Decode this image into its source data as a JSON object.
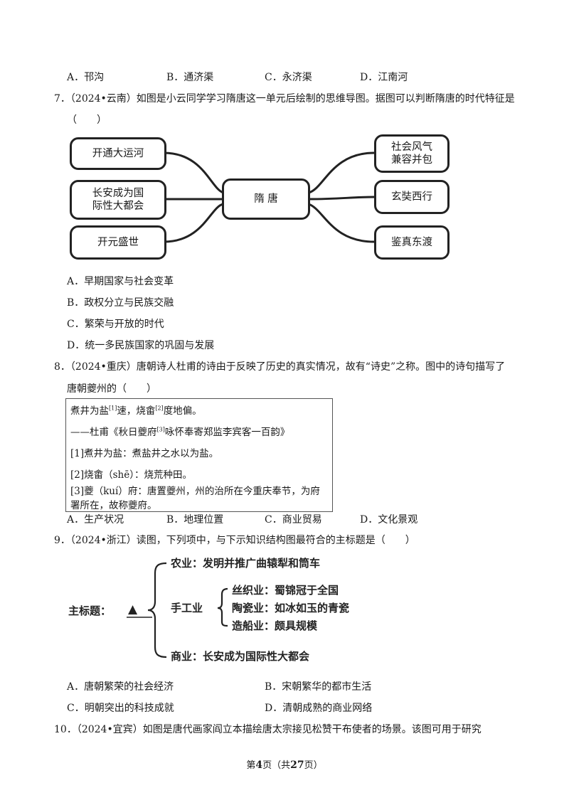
{
  "q6": {
    "options": [
      "A．邗沟",
      "B．通济渠",
      "C．永济渠",
      "D．江南河"
    ]
  },
  "q7": {
    "stem": "7．（2024•云南）如图是小云同学学习隋唐这一单元后绘制的思维导图。据图可以判断隋唐的时代特征是",
    "paren": "（　　）",
    "mindmap": {
      "center": "隋 唐",
      "left": [
        "开通大运河",
        "长安成为国际性大都会",
        "开元盛世"
      ],
      "right": [
        "社会风气兼容并包",
        "玄奘西行",
        "鉴真东渡"
      ],
      "left_lines": [
        [
          "开通大运河"
        ],
        [
          "长安成为国",
          "际性大都会"
        ],
        [
          "开元盛世"
        ]
      ],
      "right_lines": [
        [
          "社会风气",
          "兼容并包"
        ],
        [
          "玄奘西行"
        ],
        [
          "鉴真东渡"
        ]
      ]
    },
    "options": [
      "A．早期国家与社会变革",
      "B．政权分立与民族交融",
      "C．繁荣与开放的时代",
      "D．统一多民族国家的巩固与发展"
    ]
  },
  "q8": {
    "stem": "8．（2024•重庆）唐朝诗人杜甫的诗由于反映了历史的真实情况，故有“诗史”之称。图中的诗句描写了",
    "stem2": "唐朝夔州的（　　）",
    "poem_a": "煮井为盐",
    "poem_a_sup": "[1]",
    "poem_b": "速，烧畬",
    "poem_b_sup": "[2]",
    "poem_c": "度地偏。",
    "source_a": "——杜甫《秋日夔府",
    "source_sup": "[3]",
    "source_b": "咏怀奉寄郑监李宾客一百韵》",
    "note1": "[1]煮井为盐：煮盐井之水以为盐。",
    "note2": "[2]烧畬（shē）：烧荒种田。",
    "note3a": "[3]夔（kuí）府：唐置夔州，州的治所在今重庆奉节，为府",
    "note3b": "署所在，故称夔府。",
    "options": [
      "A．生产状况",
      "B．地理位置",
      "C．商业贸易",
      "D．文化景观"
    ]
  },
  "q9": {
    "stem": "9．（2024•浙江）读图，下列项中，与下示知识结构图最符合的主标题是（　　）",
    "diagram": {
      "main": "主标题：",
      "triangle": "▲",
      "agri": "农业：发明并推广曲辕犁和筒车",
      "handicraft": "手工业",
      "silk": "丝织业：蜀锦冠于全国",
      "ceramic": "陶瓷业：如冰如玉的青瓷",
      "ship": "造船业：颇具规模",
      "commerce": "商业：长安成为国际性大都会"
    },
    "options": [
      "A．唐朝繁荣的社会经济",
      "B．宋朝繁华的都市生活",
      "C．明朝突出的科技成就",
      "D．清朝成熟的商业网络"
    ]
  },
  "q10": {
    "stem": "10．（2024•宜宾）如图是唐代画家阎立本描绘唐太宗接见松赞干布使者的场景。该图可用于研究"
  },
  "footer": {
    "pre": "第",
    "page": "4",
    "mid": "页（共",
    "total": "27",
    "post": "页）"
  }
}
